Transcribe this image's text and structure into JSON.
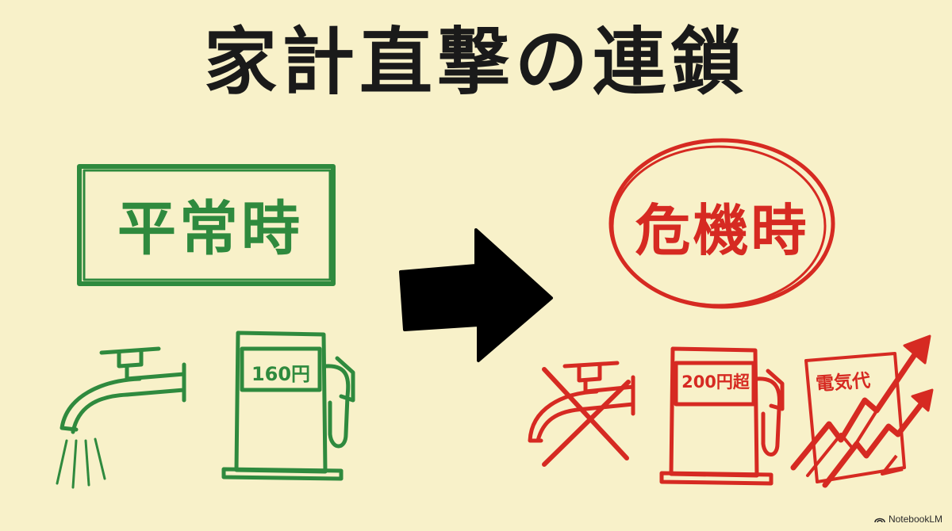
{
  "title": "家計直撃の連鎖",
  "normal": {
    "label": "平常時",
    "gas_price": "160円"
  },
  "crisis": {
    "label": "危機時",
    "gas_price": "200円超",
    "bill_label": "電気代"
  },
  "watermark": "NotebookLM",
  "colors": {
    "normal": "#2f8a3e",
    "crisis": "#d62a22",
    "arrow": "#000000",
    "background": "#f8f1c9"
  },
  "icons": [
    "faucet-icon",
    "gas-pump-icon",
    "right-arrow-icon",
    "crossed-faucet-icon",
    "electricity-bill-icon",
    "rising-trend-arrow-icon",
    "notebooklm-logo-icon"
  ]
}
